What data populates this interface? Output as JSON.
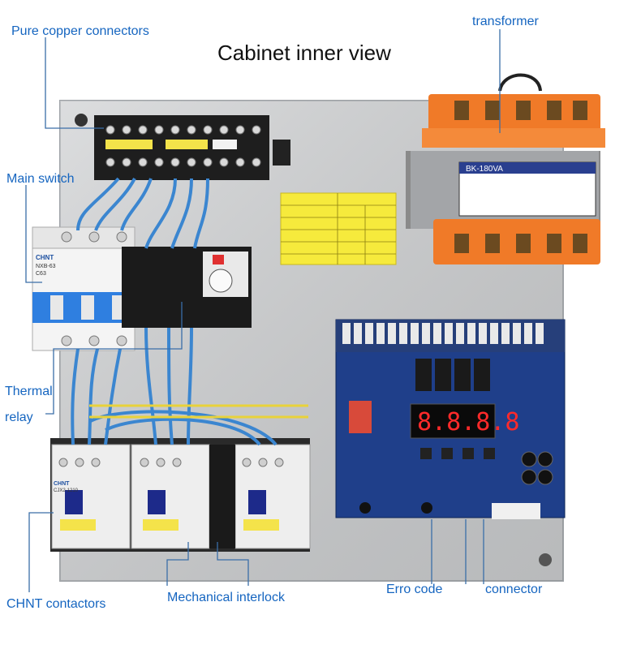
{
  "title": "Cabinet inner view",
  "labels": {
    "pure_copper_connectors": "Pure copper connectors",
    "main_switch": "Main switch",
    "thermal": "Thermal",
    "relay": "relay",
    "chnt_contactors": "CHNT contactors",
    "mechanical_interlock": "Mechanical interlock",
    "transformer": "transformer",
    "erro_code": "Erro code",
    "connector": "connector"
  },
  "component_text": {
    "transformer_model": "BK-180VA",
    "breaker_brand": "CHNT",
    "breaker_model": "NXB-63",
    "breaker_rating": "C63",
    "contactor_brand": "CHNT",
    "contactor_model": "CJX2-1210",
    "display_value": "8.8.8.8"
  },
  "colors": {
    "label_blue": "#1565c0",
    "leader_blue": "#3a6ea8",
    "transformer_orange": "#f07a28",
    "pcb_blue": "#1f3f8a",
    "display_red": "#ff2a2a",
    "wire_blue": "#3b86d0",
    "plate_gray": "#c9cbcd"
  }
}
